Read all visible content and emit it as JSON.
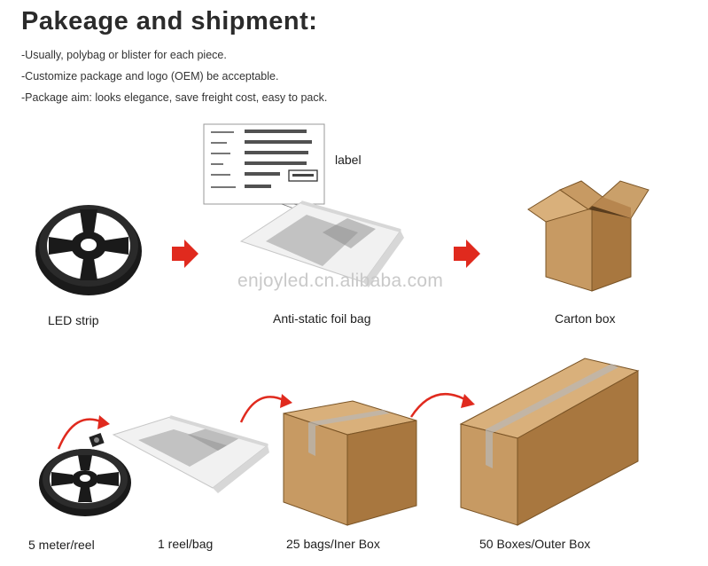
{
  "title": "Pakeage and shipment:",
  "bullets": [
    "-Usually, polybag or blister for each piece.",
    "-Customize package and logo (OEM) be acceptable.",
    "-Package aim: looks elegance, save freight cost, easy to pack."
  ],
  "watermark": "enjoyled.cn.alibaba.com",
  "row1": {
    "label_callout": "label",
    "items": [
      "LED strip",
      "Anti-static foil bag",
      "Carton box"
    ]
  },
  "row2": {
    "items": [
      "5 meter/reel",
      "1 reel/bag",
      "25 bags/Iner Box",
      "50 Boxes/Outer Box"
    ]
  },
  "colors": {
    "arrow_red": "#e02a1e",
    "cardboard_front": "#c79a63",
    "cardboard_side": "#a8773f",
    "cardboard_top": "#d9b07b",
    "reel": "#1a1a1a"
  }
}
